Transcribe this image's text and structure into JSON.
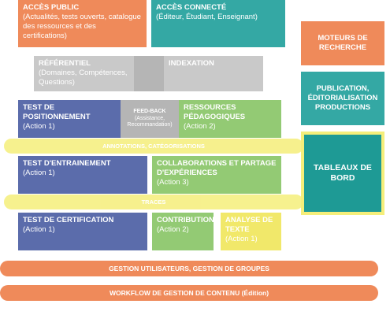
{
  "top": {
    "public_title": "ACCÈS PUBLIC",
    "public_sub": "(Actualités, tests ouverts, catalogue des ressources et des certifications)",
    "connected_title": "ACCÈS CONNECTÉ",
    "connected_sub": "(Éditeur, Étudiant, Enseignant)"
  },
  "referentiel": {
    "title": "RÉFÉRENTIEL",
    "sub": "(Domaines, Compétences, Questions)"
  },
  "indexation": "INDEXATION",
  "positionnement": {
    "title": "TEST DE POSITIONNEMENT",
    "sub": "(Action 1)"
  },
  "feedback": {
    "title": "FEED-BACK",
    "sub": "(Assistance, Recommandation)"
  },
  "ressources": {
    "title": "RESSOURCES PÉDAGOGIQUES",
    "sub": "(Action 2)"
  },
  "annotations": "ANNOTATIONS, CATÉGORISATIONS",
  "entrainement": {
    "title": "TEST D'ENTRAINEMENT",
    "sub": "(Action 1)"
  },
  "collaborations": {
    "title": "COLLABORATIONS ET PARTAGE D'EXPÉRIENCES",
    "sub": "(Action 3)"
  },
  "traces": "TRACES",
  "certification": {
    "title": "TEST DE CERTIFICATION",
    "sub": "(Action 1)"
  },
  "contributions": {
    "title": "CONTRIBUTIONS",
    "sub": "(Action 2)"
  },
  "analyse": {
    "title": "ANALYSE DE TEXTE",
    "sub": "(Action 1)"
  },
  "right": {
    "moteurs": "MOTEURS DE RECHERCHE",
    "publication": "PUBLICATION, ÉDITORIALISATION PRODUCTIONS",
    "tableaux": "TABLEAUX DE BORD"
  },
  "bars": {
    "gestion": "GESTION UTILISATEURS, GESTION DE GROUPES",
    "workflow": "WORKFLOW DE GESTION DE CONTENU (Édition)"
  }
}
